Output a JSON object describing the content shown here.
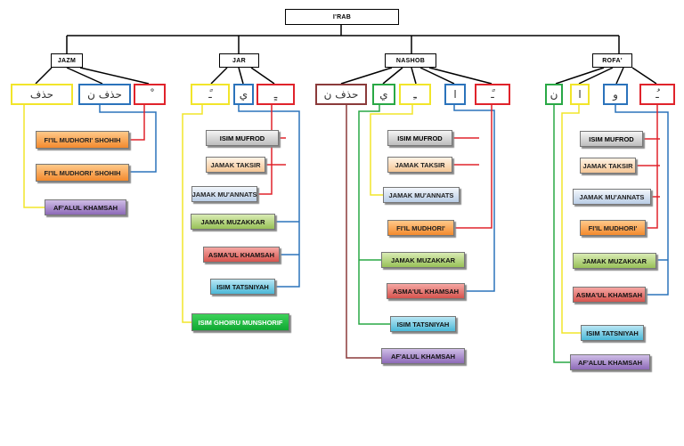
{
  "root": "I'RAB",
  "colors": {
    "yellow": "#f2e52a",
    "blue": "#2b73bb",
    "red": "#e0232b",
    "green": "#29a845",
    "maroon": "#8b3a3a",
    "black": "#000000"
  },
  "groups": {
    "jazm": {
      "label": "JAZM",
      "markers": [
        "حذف",
        "حذف ن",
        "ْ"
      ],
      "items": [
        "FI'IL MUDHORI' SHOHIH",
        "FI'IL MUDHORI' SHOHIH",
        "AF'ALUL KHAMSAH"
      ]
    },
    "jar": {
      "label": "JAR",
      "markers": [
        "ًـ",
        "ي",
        "ـٍ"
      ],
      "items": [
        "ISIM MUFROD",
        "JAMAK TAKSIR",
        "JAMAK MU'ANNATS",
        "JAMAK MUZAKKAR",
        "ASMA'UL KHAMSAH",
        "ISIM TATSNIYAH",
        "ISIM GHOIRU MUNSHORIF"
      ]
    },
    "nashob": {
      "label": "NASHOB",
      "markers": [
        "حذف ن",
        "ي",
        "ـِ",
        "ا",
        "ًـ"
      ],
      "items": [
        "ISIM MUFROD",
        "JAMAK TAKSIR",
        "JAMAK MU'ANNATS",
        "FI'IL MUDHORI'",
        "JAMAK MUZAKKAR",
        "ASMA'UL KHAMSAH",
        "ISIM TATSNIYAH",
        "AF'ALUL KHAMSAH"
      ]
    },
    "rofa": {
      "label": "ROFA'",
      "markers": [
        "ن",
        "ا",
        "و",
        "ُـ"
      ],
      "items": [
        "ISIM MUFROD",
        "JAMAK TAKSIR",
        "JAMAK MU'ANNATS",
        "FI'IL MUDHORI'",
        "JAMAK MUZAKKAR",
        "ASMA'UL KHAMSAH",
        "ISIM TATSNIYAH",
        "AF'ALUL KHAMSAH"
      ]
    }
  }
}
